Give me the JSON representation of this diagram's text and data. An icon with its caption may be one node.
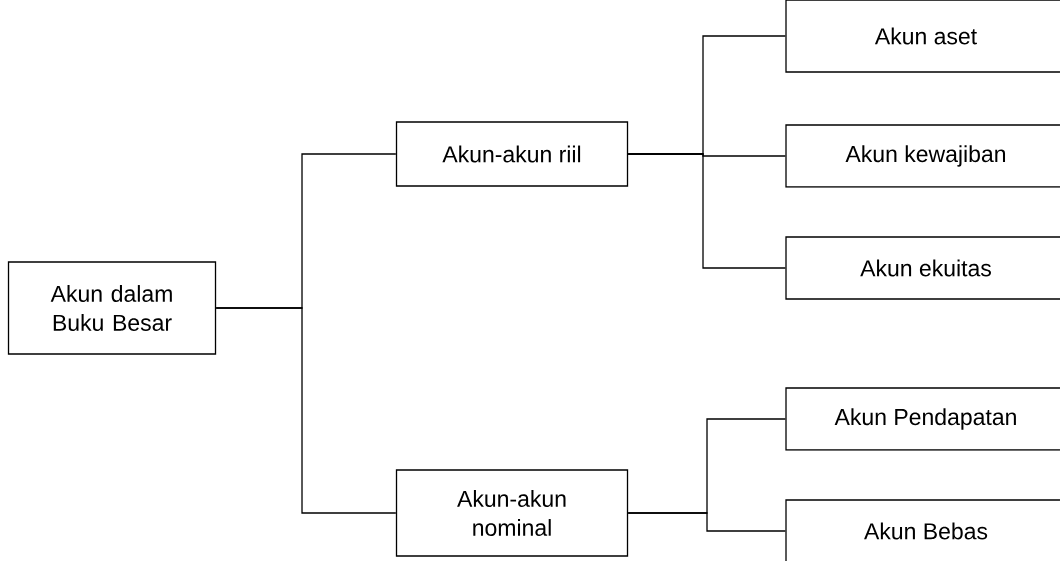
{
  "diagram": {
    "nodes": [
      {
        "text": [
          "Akun dalam Buku Besar"
        ]
      },
      {
        "text": [
          "Akun-akun riil"
        ]
      },
      {
        "text": [
          "Akun-akun nominal"
        ]
      },
      {
        "text": [
          "Akun aset"
        ]
      },
      {
        "text": [
          "Akun  kewajiban"
        ]
      },
      {
        "text": [
          "Akun ekuitas"
        ]
      },
      {
        "text": [
          "Akun Pendapatan"
        ]
      },
      {
        "text": [
          "Akun Bebas"
        ]
      }
    ],
    "edges": [
      {
        "from": 0,
        "to": 1,
        "arrow": "none"
      },
      {
        "from": 0,
        "to": 2,
        "arrow": "none"
      },
      {
        "from": 1,
        "to": 3,
        "arrow": "none"
      },
      {
        "from": 1,
        "to": 4,
        "arrow": "none"
      },
      {
        "from": 1,
        "to": 5,
        "arrow": "none"
      },
      {
        "from": 2,
        "to": 6,
        "arrow": "none"
      },
      {
        "from": 2,
        "to": 7,
        "arrow": "none"
      }
    ]
  }
}
